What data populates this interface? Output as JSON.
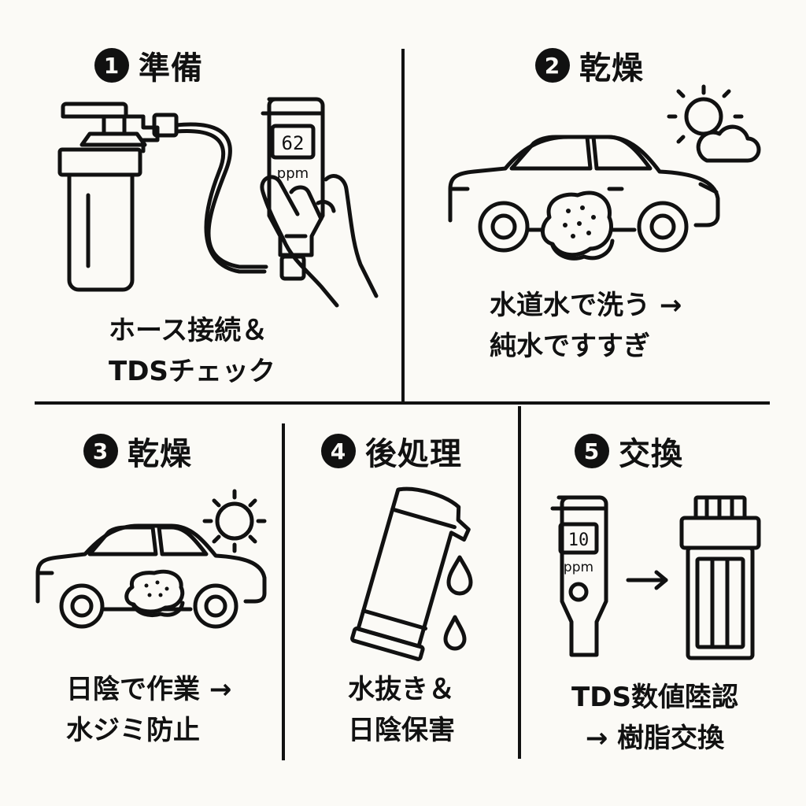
{
  "steps": [
    {
      "number": "1",
      "title": "準備",
      "caption_line1": "ホース接続＆",
      "caption_line2": "TDSチェック",
      "meter_reading": "62",
      "meter_unit": "ppm"
    },
    {
      "number": "2",
      "title": "乾燥",
      "caption_line1": "水道水で洗う →",
      "caption_line2": "純水ですすぎ"
    },
    {
      "number": "3",
      "title": "乾燥",
      "caption_line1": "日陰で作業 →",
      "caption_line2": "水ジミ防止"
    },
    {
      "number": "4",
      "title": "後処理",
      "caption_line1": "水抜き＆",
      "caption_line2": "日陰保害"
    },
    {
      "number": "5",
      "title": "交換",
      "caption_line1": "TDS数値陸認",
      "caption_line2": "→ 樹脂交換",
      "meter_reading": "10",
      "meter_unit": "ppm"
    }
  ],
  "icons": {
    "step1": [
      "water-filter-icon",
      "hose-icon",
      "tds-meter-icon",
      "hand-icon"
    ],
    "step2": [
      "car-icon",
      "sponge-icon",
      "sun-cloud-icon"
    ],
    "step3": [
      "car-icon",
      "sponge-icon",
      "sun-icon"
    ],
    "step4": [
      "water-bottle-icon",
      "water-drop-icon"
    ],
    "step5": [
      "tds-meter-icon",
      "arrow-right-icon",
      "resin-cartridge-icon"
    ]
  },
  "colors": {
    "ink": "#111111",
    "background": "#fbfaf6"
  }
}
